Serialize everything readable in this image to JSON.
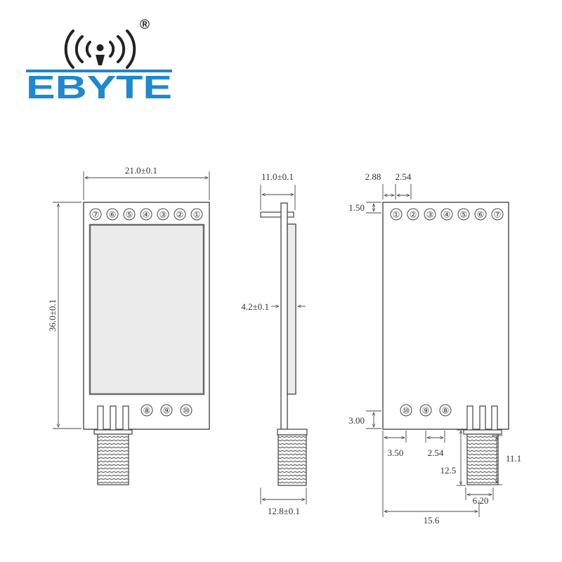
{
  "logo": {
    "brand": "EBYTE",
    "registered_mark": "®",
    "brand_color": "#1e88d0",
    "icon": "wireless-antenna-icon"
  },
  "colors": {
    "outline": "#555555",
    "line": "#444444",
    "module_fill": "#ffffff",
    "shield_fill": "#ececec",
    "shield_edge": "#6a6a6a",
    "text": "#333333"
  },
  "views": {
    "front": {
      "width_label": "21.0±0.1",
      "height_label": "36.0±0.1",
      "top_pins": [
        "⑦",
        "⑥",
        "⑤",
        "④",
        "③",
        "②",
        "①"
      ],
      "bottom_pins": [
        "⑧",
        "⑨",
        "⑩"
      ]
    },
    "side": {
      "width_label": "11.0±0.1",
      "thickness_label": "4.2±0.1",
      "antenna_label": "12.8±0.1"
    },
    "back": {
      "pin_offset_label": "2.88",
      "pin_pitch_top_label": "2.54",
      "top_margin_label": "1.50",
      "bottom_margin_label": "3.00",
      "bottom_offset_label": "3.50",
      "pin_pitch_bottom_label": "2.54",
      "antenna_height_label": "12.5",
      "connector_height_label": "11.1",
      "connector_width_label": "6.20",
      "antenna_position_label": "15.6",
      "top_pins": [
        "①",
        "②",
        "③",
        "④",
        "⑤",
        "⑥",
        "⑦"
      ],
      "bottom_pins": [
        "⑩",
        "⑨",
        "⑧"
      ]
    }
  }
}
